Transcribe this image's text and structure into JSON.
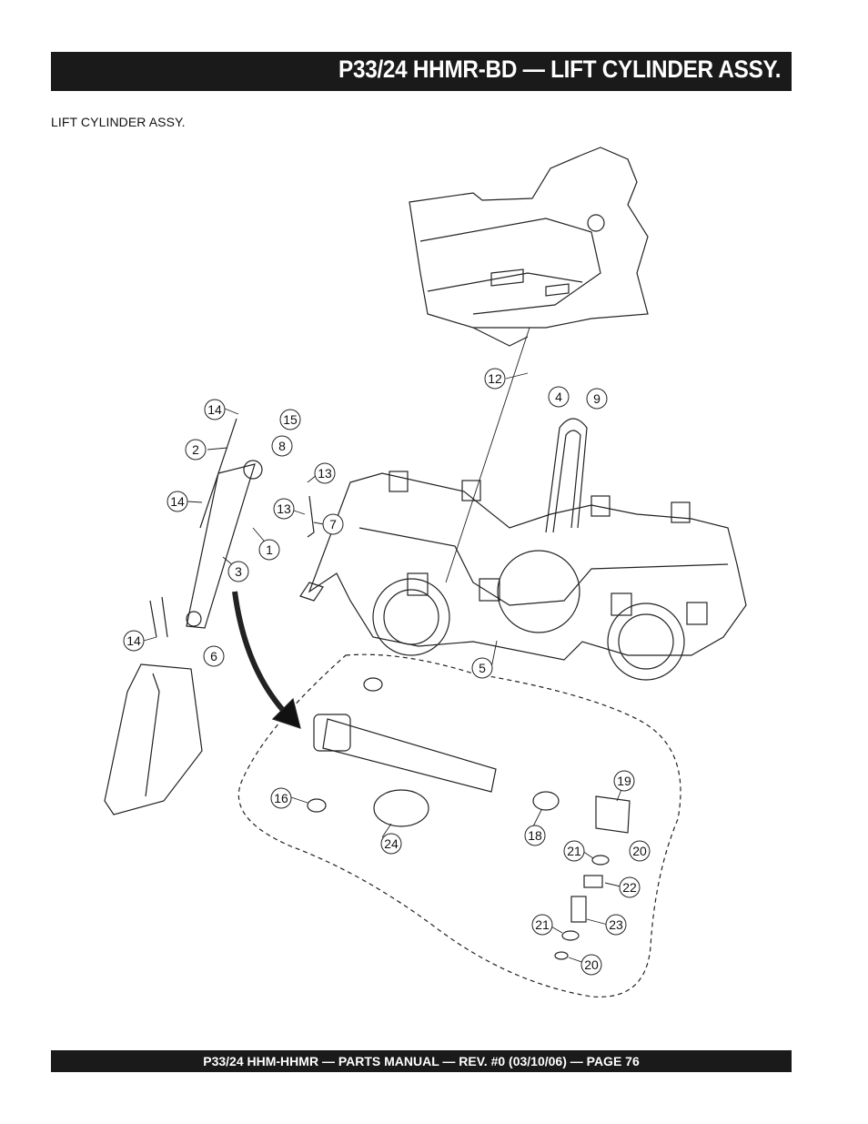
{
  "header": {
    "title": "P33/24 HHMR-BD — LIFT CYLINDER ASSY."
  },
  "section": {
    "subtitle": "LIFT CYLINDER ASSY."
  },
  "callouts": {
    "c1": "1",
    "c2": "2",
    "c3": "3",
    "c4": "4",
    "c5": "5",
    "c6": "6",
    "c7": "7",
    "c8": "8",
    "c9": "9",
    "c12": "12",
    "c13a": "13",
    "c13b": "13",
    "c14a": "14",
    "c14b": "14",
    "c14c": "14",
    "c15": "15",
    "c16": "16",
    "c18": "18",
    "c19": "19",
    "c20a": "20",
    "c20b": "20",
    "c21a": "21",
    "c21b": "21",
    "c22": "22",
    "c23": "23",
    "c24": "24"
  },
  "footer": {
    "text": "P33/24 HHM-HHMR — PARTS MANUAL — REV. #0 (03/10/06) — PAGE 76"
  }
}
